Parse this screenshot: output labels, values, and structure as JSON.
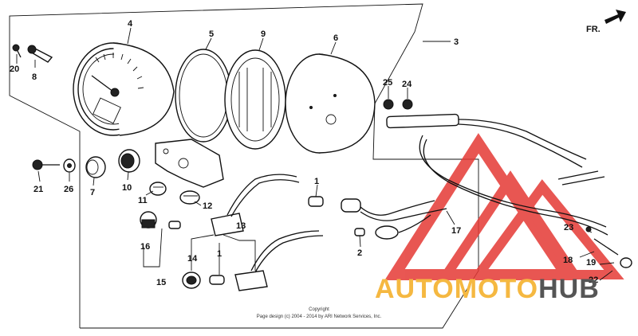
{
  "direction_label": "FR.",
  "callouts": {
    "c1a": "1",
    "c1b": "1",
    "c2": "2",
    "c3": "3",
    "c4": "4",
    "c5": "5",
    "c6": "6",
    "c7": "7",
    "c8": "8",
    "c9": "9",
    "c10": "10",
    "c11": "11",
    "c12": "12",
    "c13": "13",
    "c14": "14",
    "c15": "15",
    "c16": "16",
    "c17": "17",
    "c18": "18",
    "c19": "19",
    "c20": "20",
    "c21": "21",
    "c22": "22",
    "c23": "23",
    "c24": "24",
    "c25": "25",
    "c26": "26"
  },
  "copyright": {
    "line1": "Copyright",
    "line2": "Page design (c) 2004 - 2014 by ARI Network Services, Inc."
  },
  "watermark": {
    "text": "AUTOMOTOHUB",
    "accent_color": "#e53935",
    "highlight_color": "#f5b841",
    "dark_color": "#555555"
  }
}
